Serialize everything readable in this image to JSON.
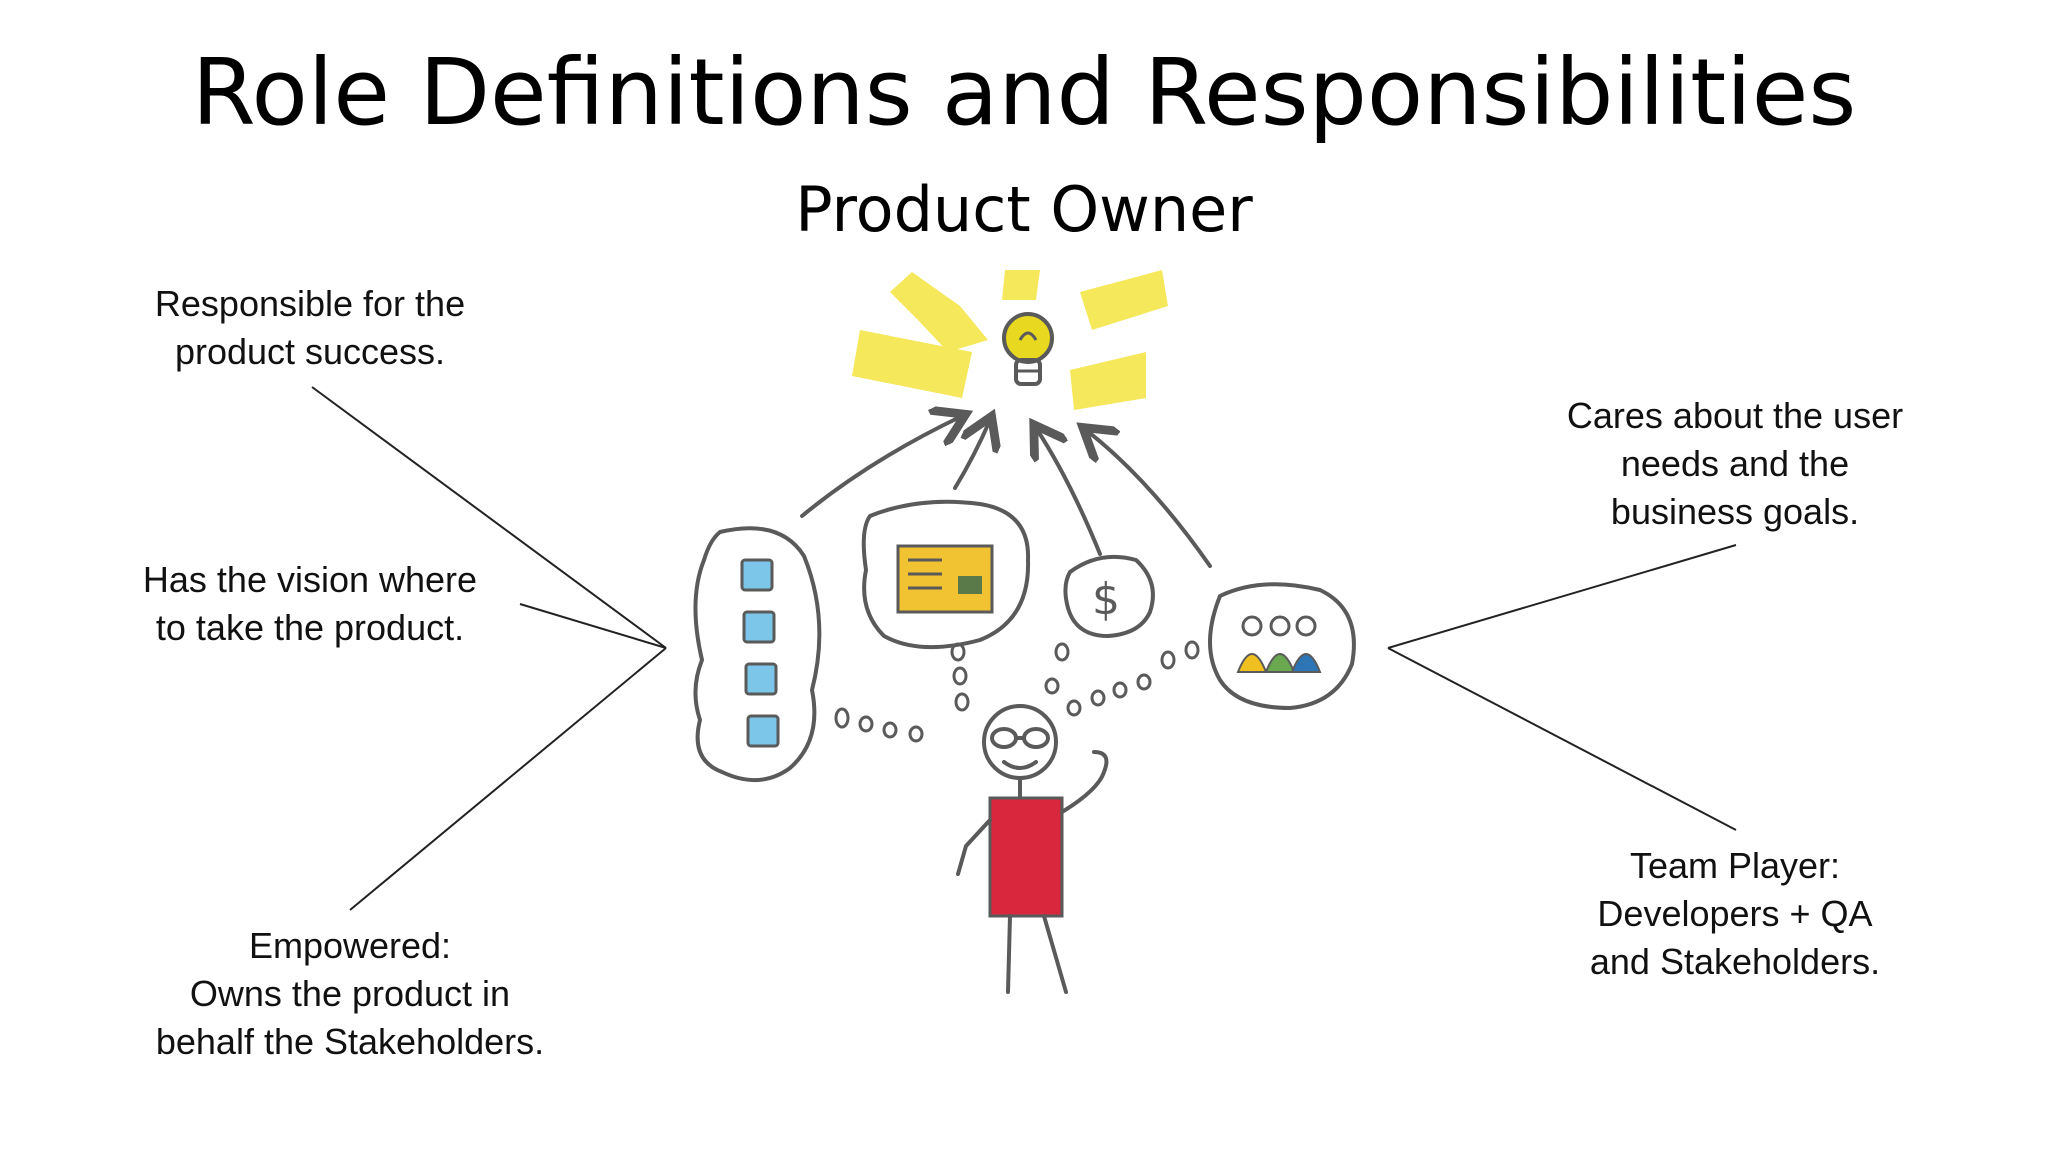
{
  "slide": {
    "title": "Role Definitions and Responsibilities",
    "subtitle": "Product Owner"
  },
  "notes": {
    "responsible": [
      "Responsible for the",
      "product success."
    ],
    "vision": [
      "Has the vision where",
      "to take the product."
    ],
    "empowered": [
      "Empowered:",
      "Owns the product in",
      "behalf the Stakeholders."
    ],
    "cares": [
      "Cares about the user",
      "needs and the",
      "business goals."
    ],
    "team": [
      "Team Player:",
      "Developers + QA",
      "and Stakeholders."
    ]
  },
  "illustration": {
    "dollar_symbol": "$",
    "colors": {
      "light_rays": "#f4e64a",
      "bulb": "#e8d820",
      "backlog_cards": "#7cc6ea",
      "roadmap_card": "#f1c232",
      "roadmap_bar": "#5a7a4a",
      "shirt": "#d9273d",
      "stroke": "#5a5a5a",
      "team_yellow": "#f0c020",
      "team_green": "#6aa84f",
      "team_blue": "#2e75b6"
    }
  }
}
